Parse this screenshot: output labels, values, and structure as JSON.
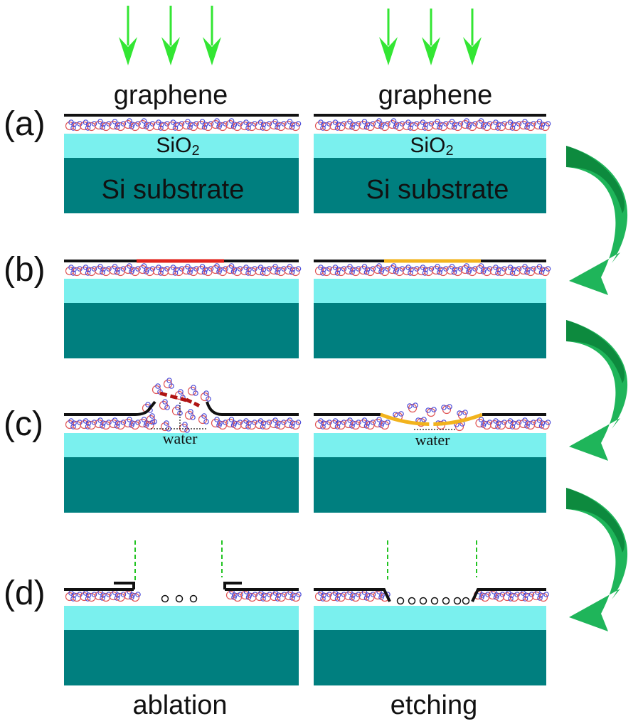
{
  "row_labels": [
    "(a)",
    "(b)",
    "(c)",
    "(d)"
  ],
  "layer_labels": {
    "graphene": "graphene",
    "sio2_main": "SiO",
    "sio2_sub": "2",
    "substrate": "Si substrate"
  },
  "water_label": "water",
  "column_labels": {
    "ablation": "ablation",
    "etching": "etching"
  },
  "colors": {
    "laser_arrow": "#33e633",
    "sio2": "#7af0ee",
    "substrate": "#007f7f",
    "graphene": "#111111",
    "ablation_zone": "#e0241e",
    "ablation_fragment": "#b01414",
    "etching_zone": "#f2b31d",
    "process_arrow_light": "#1fb55a",
    "process_arrow_dark": "#0d8a3e",
    "cut_line": "#22c422",
    "molecule_red": "#e05555",
    "molecule_blue": "#4a4ad8"
  },
  "icons": {
    "laser": "down-arrow-icon",
    "process": "curved-arrow-icon",
    "water_molecule": "water-molecule-icon",
    "vacancy": "circle-icon"
  }
}
